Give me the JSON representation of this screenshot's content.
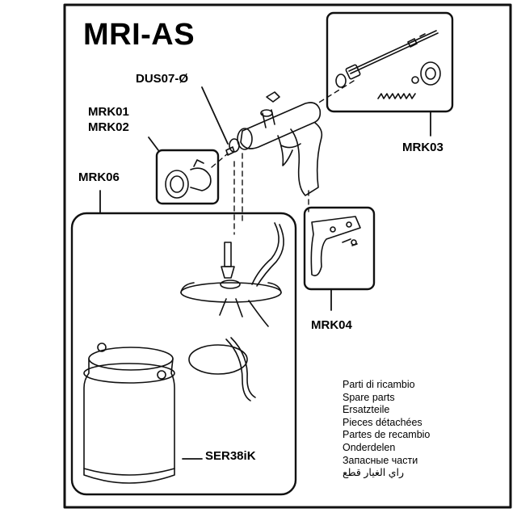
{
  "diagram": {
    "title": "MRI-AS",
    "part_labels": {
      "dus07": "DUS07-Ø",
      "mrk01": "MRK01",
      "mrk02": "MRK02",
      "mrk03": "MRK03",
      "mrk04": "MRK04",
      "mrk06": "MRK06",
      "ser38ik": "SER38iK"
    },
    "legend": [
      "Parti di ricambio",
      "Spare parts",
      "Ersatzteile",
      "Pieces détachées",
      "Partes de recambio",
      "Onderdelen",
      "Запасные части",
      "راي الغيار قطع"
    ]
  }
}
